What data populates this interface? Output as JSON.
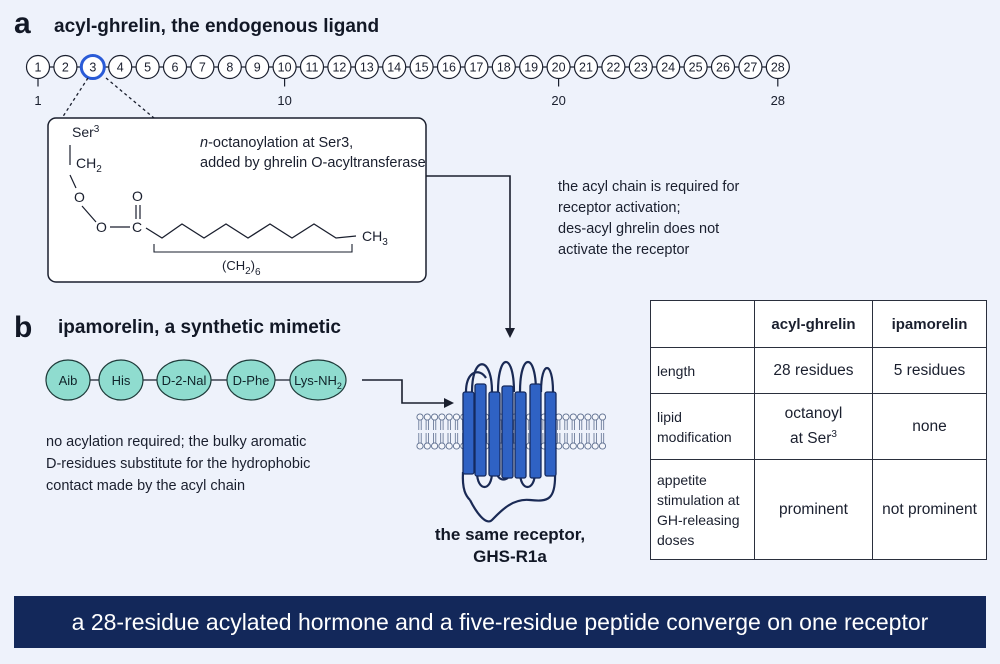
{
  "panel_a": {
    "letter": "a",
    "title": "acyl-ghrelin, the endogenous ligand",
    "residues": [
      "1",
      "2",
      "3",
      "4",
      "5",
      "6",
      "7",
      "8",
      "9",
      "10",
      "11",
      "12",
      "13",
      "14",
      "15",
      "16",
      "17",
      "18",
      "19",
      "20",
      "21",
      "22",
      "23",
      "24",
      "25",
      "26",
      "27",
      "28"
    ],
    "highlighted_residue": "3",
    "ticks": [
      "1",
      "10",
      "20",
      "28"
    ],
    "inset": {
      "ser": "Ser",
      "ser_sup": "3",
      "ch2": "CH",
      "ch2_sub": "2",
      "o1": "O",
      "o2": "O",
      "o_carbonyl": "O",
      "c": "C",
      "ch3": "CH",
      "ch3_sub": "3",
      "chain": "(CH",
      "chain_sub1": "2",
      "chain_close": ")",
      "chain_sub2": "6",
      "caption_italic": "n",
      "caption_line1": "-octanoylation at Ser3,",
      "caption_line2": "added by ghrelin O-acyltransferase"
    },
    "side_note": [
      "the acyl chain is required for",
      "receptor activation;",
      "des-acyl ghrelin does not",
      "activate the receptor"
    ]
  },
  "panel_b": {
    "letter": "b",
    "title": "ipamorelin, a synthetic mimetic",
    "residues": [
      "Aib",
      "His",
      "D-2-Nal",
      "D-Phe",
      "Lys-NH"
    ],
    "last_residue_sub": "2",
    "note": [
      "no acylation required; the bulky aromatic",
      "D-residues substitute for the hydrophobic",
      "contact made by the acyl chain"
    ]
  },
  "receptor": {
    "label_line1": "the same receptor,",
    "label_line2": "GHS-R1a"
  },
  "table": {
    "headers": [
      "",
      "acyl-ghrelin",
      "ipamorelin"
    ],
    "rows": [
      {
        "label": "length",
        "acyl": "28 residues",
        "ipa": "5 residues"
      },
      {
        "label": "lipid modification",
        "acyl_main": "octanoyl",
        "acyl_line2": "at Ser",
        "acyl_sup": "3",
        "ipa": "none"
      },
      {
        "label": "appetite stimulation at GH-releasing doses",
        "acyl": "prominent",
        "ipa": "not prominent"
      }
    ]
  },
  "banner": "a  28-residue acylated hormone and a five-residue peptide converge on one receptor",
  "colors": {
    "background": "#eef2fb",
    "highlight": "#2a5bd7",
    "receptor": "#2f62c4",
    "ipamorelin_bead": "#8fdccf",
    "banner": "#13285a"
  }
}
